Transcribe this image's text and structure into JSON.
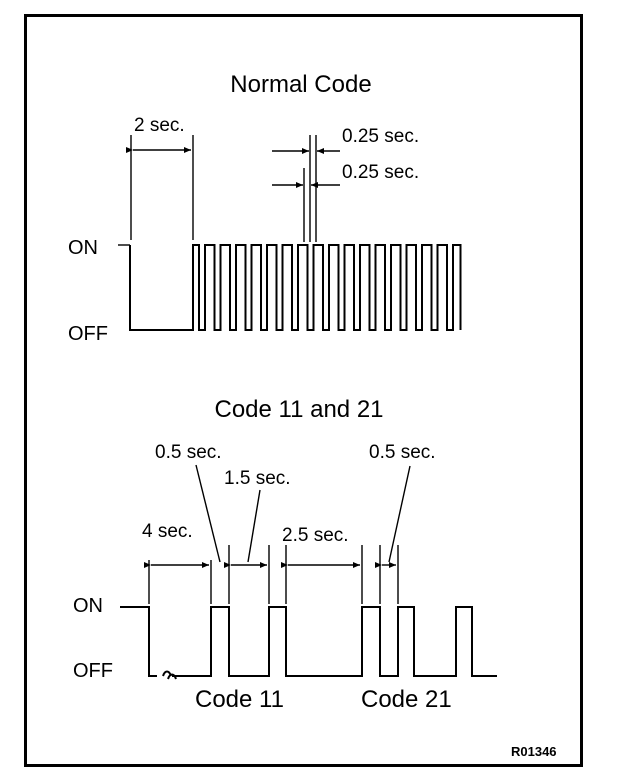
{
  "diagram": {
    "reference_code": "R01346",
    "normal_code": {
      "title": "Normal Code",
      "on_label": "ON",
      "off_label": "OFF",
      "initial_off": "2 sec.",
      "pulse_on": "0.25 sec.",
      "pulse_off": "0.25 sec."
    },
    "code_11_21": {
      "title": "Code 11 and 21",
      "on_label": "ON",
      "off_label": "OFF",
      "start_gap": "4 sec.",
      "pulse_width_1": "0.5 sec.",
      "digit_gap": "1.5 sec.",
      "code_gap": "2.5 sec.",
      "pulse_width_2": "0.5 sec.",
      "code_11_label": "Code 11",
      "code_21_label": "Code 21"
    }
  }
}
